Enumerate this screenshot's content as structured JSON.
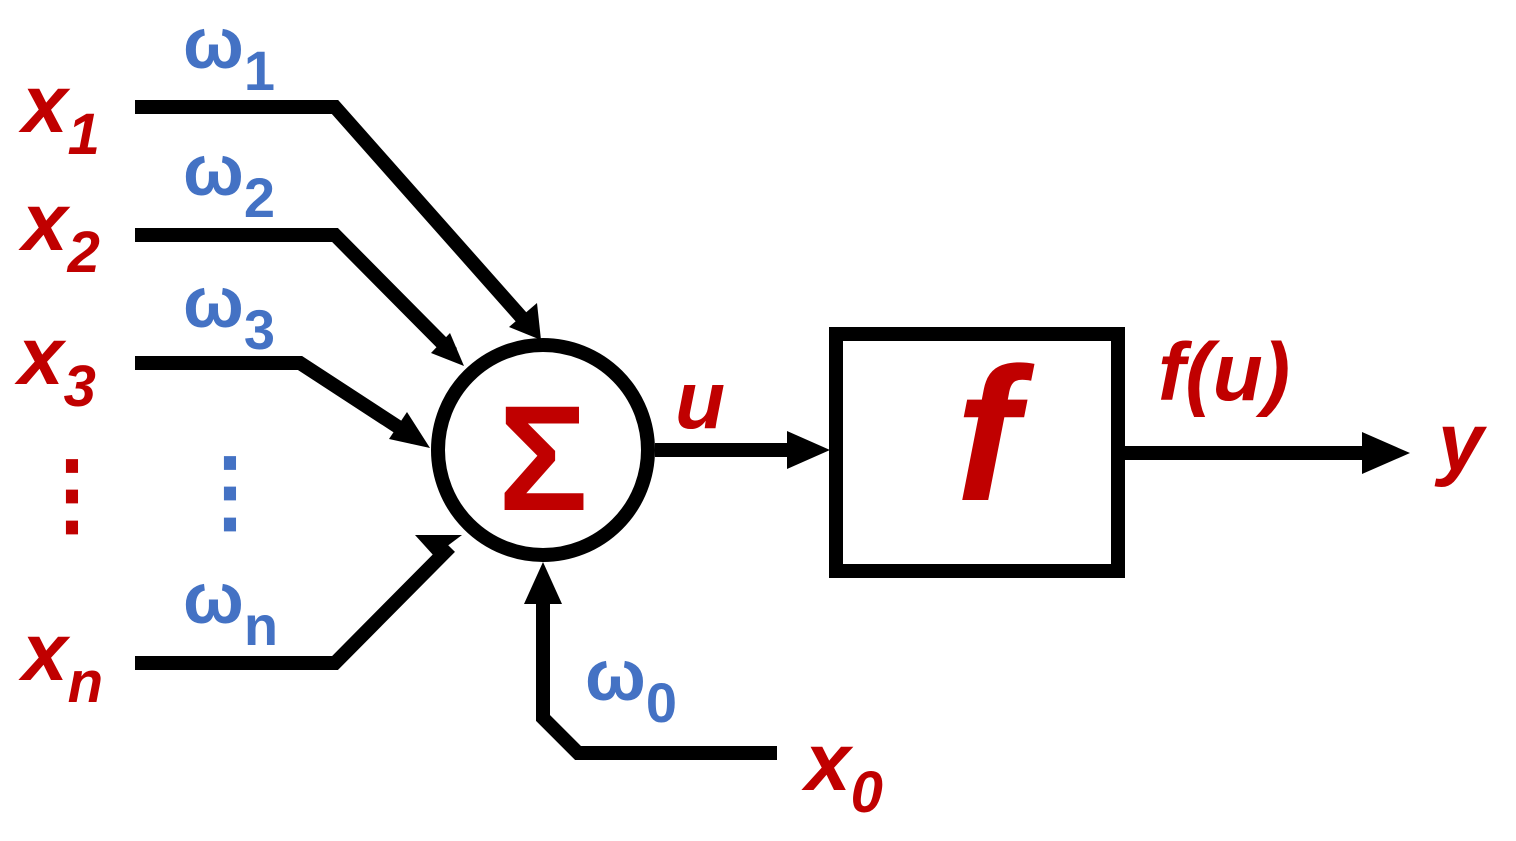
{
  "colors": {
    "input": "#c00000",
    "weight": "#4472c4",
    "line": "#000000",
    "background": "#ffffff"
  },
  "inputs": [
    {
      "base": "x",
      "sub": "1"
    },
    {
      "base": "x",
      "sub": "2"
    },
    {
      "base": "x",
      "sub": "3"
    },
    {
      "base": "x",
      "sub": "n"
    }
  ],
  "weights": [
    {
      "base": "ω",
      "sub": "1"
    },
    {
      "base": "ω",
      "sub": "2"
    },
    {
      "base": "ω",
      "sub": "3"
    },
    {
      "base": "ω",
      "sub": "n"
    }
  ],
  "bias": {
    "input": {
      "base": "x",
      "sub": "0"
    },
    "weight": {
      "base": "ω",
      "sub": "0"
    }
  },
  "ellipsis": "⋮",
  "summation": {
    "symbol": "Σ"
  },
  "sum_output": "u",
  "activation": {
    "symbol": "f"
  },
  "activation_output": "f(u)",
  "output": "y"
}
